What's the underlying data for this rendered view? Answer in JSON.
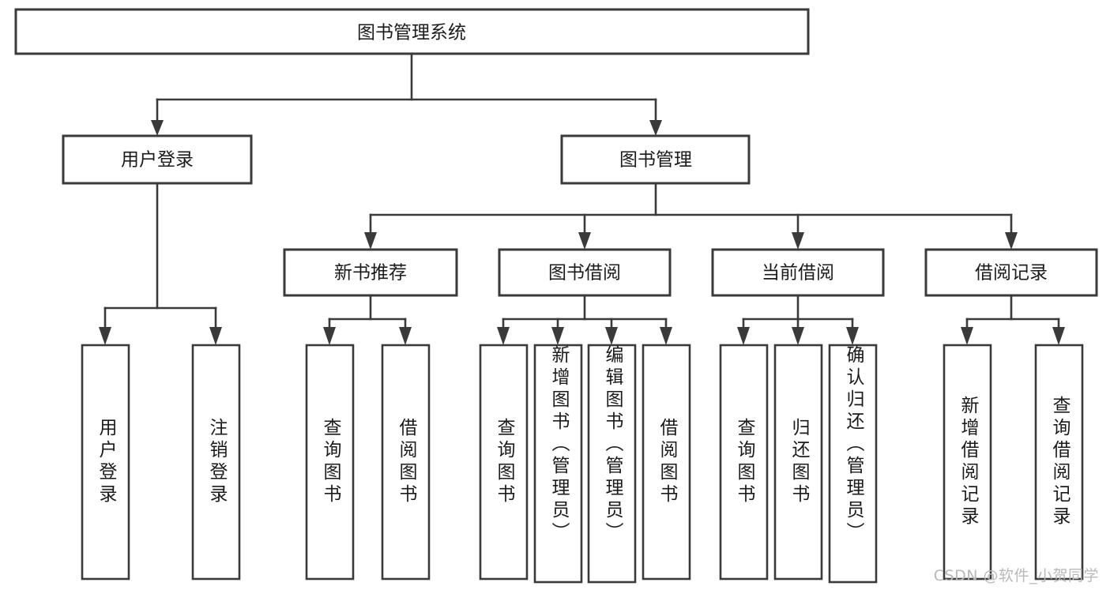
{
  "diagram": {
    "title": "图书管理系统",
    "type": "tree",
    "watermark": "CSDN @软件_小贺同学",
    "colors": {
      "box_stroke": "#3a3a3a",
      "box_fill": "#ffffff",
      "text": "#1b1b1b",
      "background": "#ffffff",
      "watermark": "#b9b9b9"
    },
    "root": {
      "label": "图书管理系统"
    },
    "level1": [
      {
        "label": "用户登录"
      },
      {
        "label": "图书管理"
      }
    ],
    "level2": [
      {
        "label": "新书推荐"
      },
      {
        "label": "图书借阅"
      },
      {
        "label": "当前借阅"
      },
      {
        "label": "借阅记录"
      }
    ],
    "leaves": {
      "user_login": [
        {
          "label": "用户登录"
        },
        {
          "label": "注销登录"
        }
      ],
      "new_book_recommend": [
        {
          "label": "查询图书"
        },
        {
          "label": "借阅图书"
        }
      ],
      "book_borrow": [
        {
          "label": "查询图书"
        },
        {
          "label": "新增图书（管理员）"
        },
        {
          "label": "编辑图书（管理员）"
        },
        {
          "label": "借阅图书"
        }
      ],
      "current_borrow": [
        {
          "label": "查询图书"
        },
        {
          "label": "归还图书"
        },
        {
          "label": "确认归还（管理员）"
        }
      ],
      "borrow_records": [
        {
          "label": "新增借阅记录"
        },
        {
          "label": "查询借阅记录"
        }
      ]
    }
  }
}
